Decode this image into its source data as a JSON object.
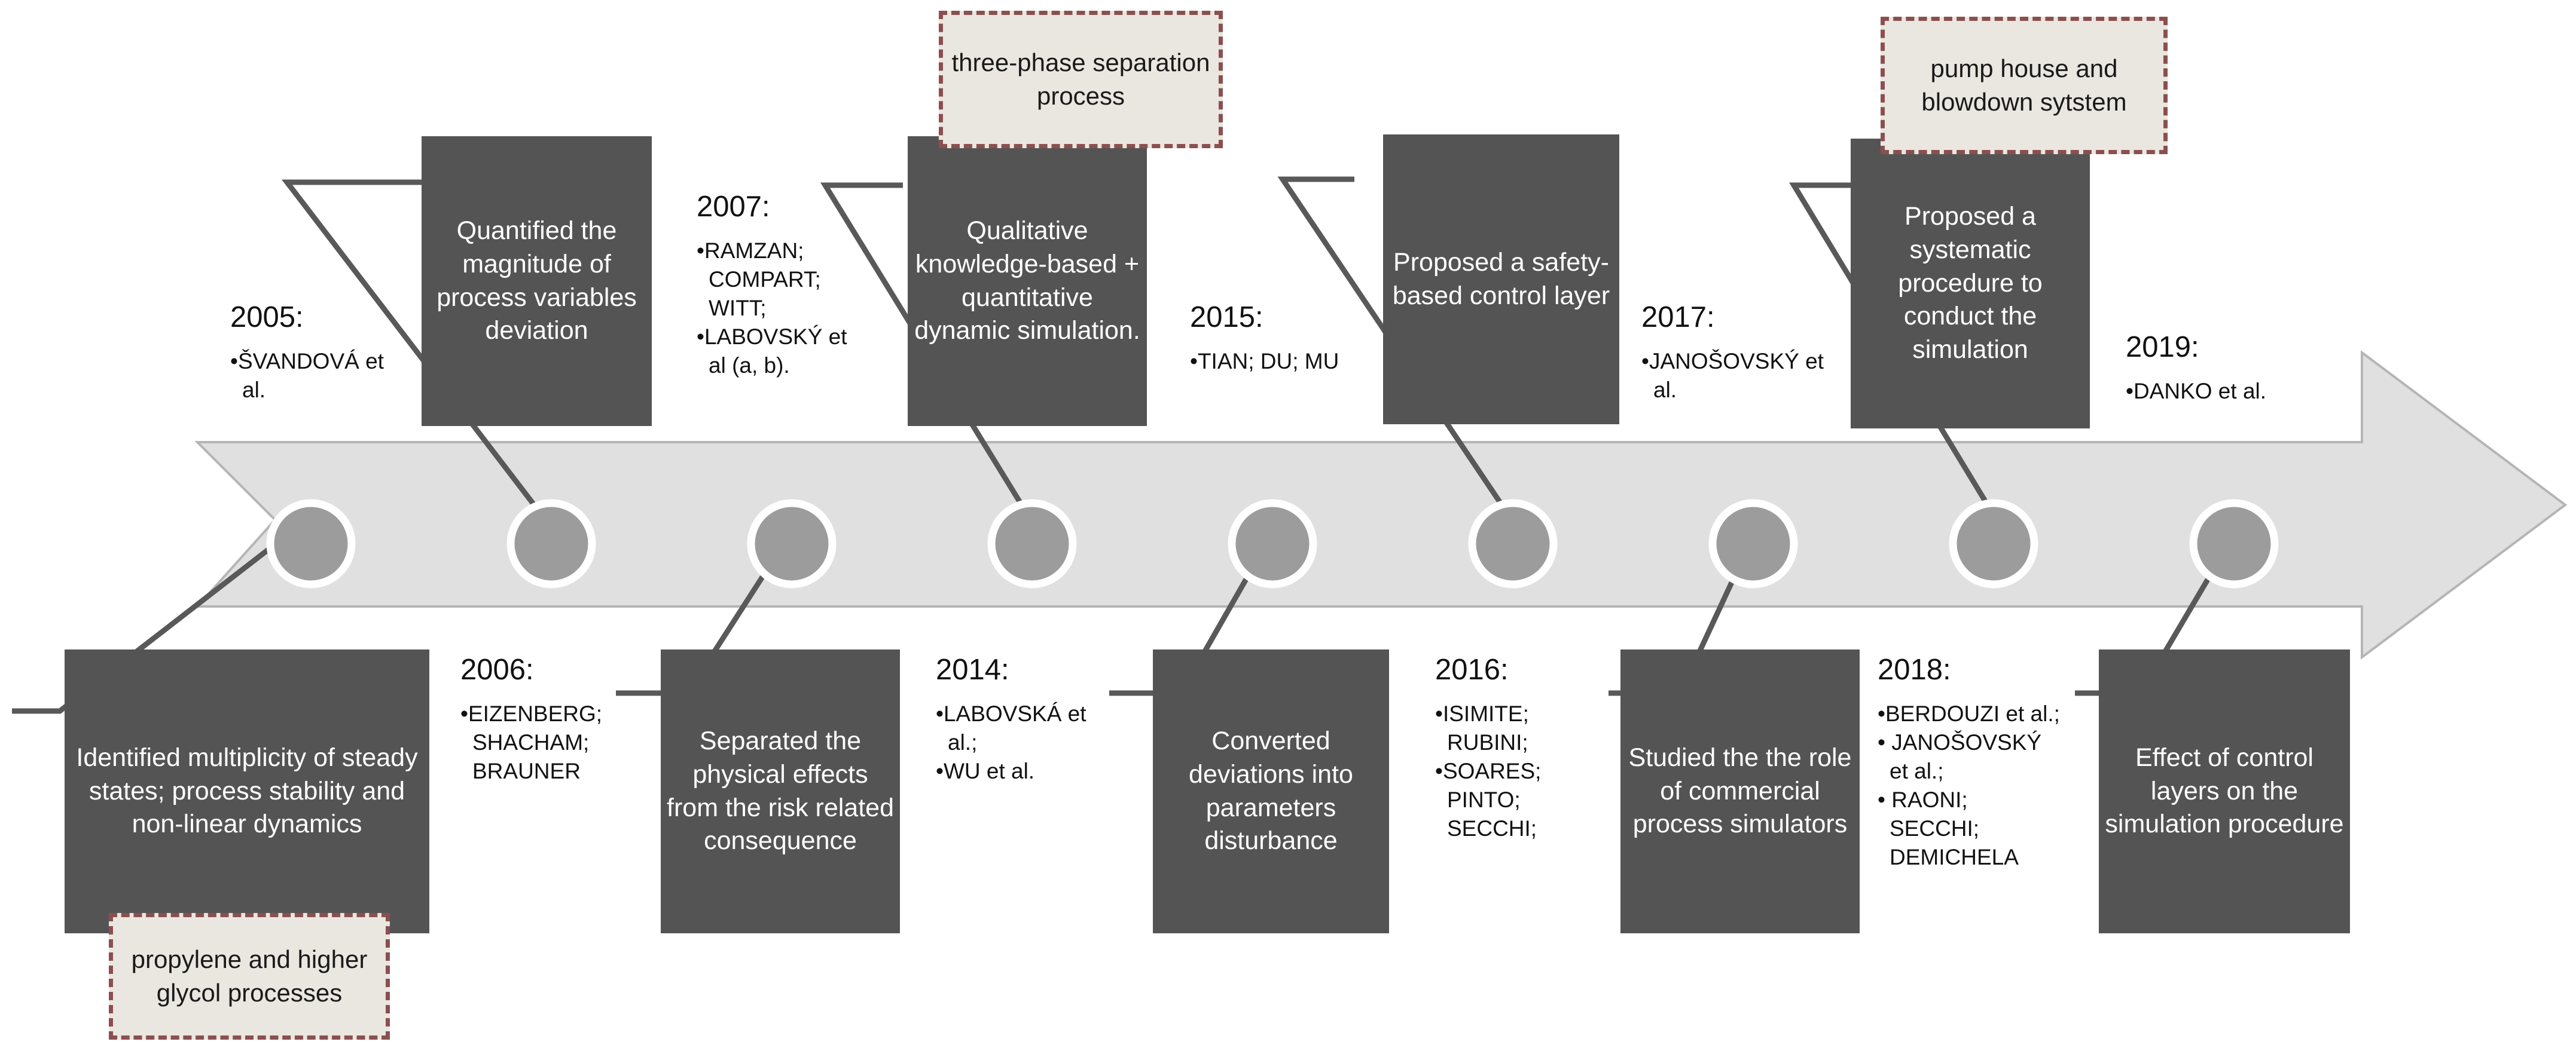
{
  "figure": {
    "type": "timeline",
    "orientation": "left-to-right arrow",
    "node_count": 10,
    "colors": {
      "arrow_band": "#E0E0E0",
      "arrow_border": "#B5B5B5",
      "node_circle": "#9C9C9C",
      "node_ring": "#FFFFFF",
      "dark_box": "#545454",
      "dark_box_text": "#FFFFFF",
      "callout_fill": "#EAE6E0",
      "callout_border": "#8B4F4F",
      "connector_line": "#595959"
    }
  },
  "years": {
    "y2005": {
      "year": "2005:",
      "bullets": [
        "•ŠVANDOVÁ et al."
      ]
    },
    "y2006": {
      "year": "2006:",
      "bullets": [
        "•EIZENBERG; SHACHAM; BRAUNER"
      ]
    },
    "y2007": {
      "year": "2007:",
      "bullets": [
        "•RAMZAN; COMPART; WITT;",
        "•LABOVSKÝ et al (a, b)."
      ]
    },
    "y2014": {
      "year": "2014:",
      "bullets": [
        "•LABOVSKÁ et al.;",
        "•WU et al."
      ]
    },
    "y2015": {
      "year": "2015:",
      "bullets": [
        "•TIAN; DU; MU"
      ]
    },
    "y2016": {
      "year": "2016:",
      "bullets": [
        "•ISIMITE; RUBINI;",
        "•SOARES; PINTO; SECCHI;"
      ]
    },
    "y2017": {
      "year": "2017:",
      "bullets": [
        "•JANOŠOVSKÝ et al."
      ]
    },
    "y2018": {
      "year": "2018:",
      "bullets": [
        "•BERDOUZI et al.;",
        "• JANOŠOVSKÝ et al.;",
        "• RAONI; SECCHI; DEMICHELA"
      ]
    },
    "y2019": {
      "year": "2019:",
      "bullets": [
        "•DANKO et al."
      ]
    }
  },
  "boxes": {
    "b2005": "Quantified the magnitude of process variables deviation",
    "b2006": "Identified multiplicity of steady states; process stability and non-linear dynamics",
    "b2007": "Separated the physical effects from the risk related consequence",
    "b2013": "Qualitative knowledge-based + quantitative dynamic simulation.",
    "b2014": "Converted deviations into parameters disturbance",
    "b2015": "Proposed a safety-based control layer",
    "b2016": "Studied the the role of commercial process simulators",
    "b2017": "Proposed a systematic procedure to conduct the simulation",
    "b2018": "Effect of control layers on the simulation procedure"
  },
  "callouts": {
    "c_three_phase": "three-phase separation process",
    "c_pump_house": "pump house and blowdown sytstem",
    "c_propylene": "propylene and higher glycol processes"
  }
}
